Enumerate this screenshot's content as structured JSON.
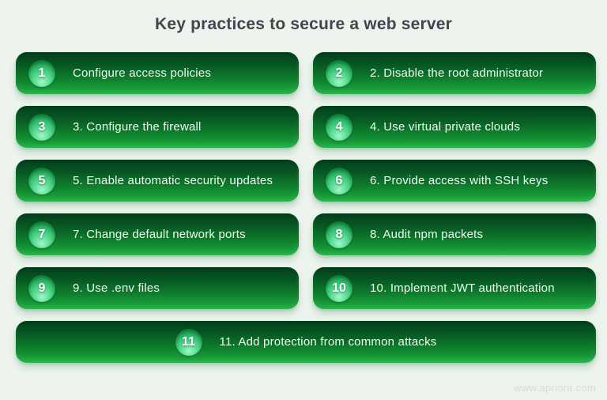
{
  "title": "Key practices to secure a web server",
  "watermark": "www.apriorit.com",
  "colors": {
    "background": "#edf4ee",
    "pill_gradient_top": "#03401a",
    "pill_gradient_bottom": "#23ad46",
    "badge_light": "#9ef7c5",
    "badge_dark": "#12934a",
    "title_text": "#40464b",
    "pill_text": "#eefcf1",
    "watermark_text": "#d5dbd5"
  },
  "items": [
    {
      "num": "1",
      "label": "Configure access policies"
    },
    {
      "num": "2",
      "label": "2. Disable the root administrator"
    },
    {
      "num": "3",
      "label": "3. Configure the firewall"
    },
    {
      "num": "4",
      "label": "4. Use virtual private clouds"
    },
    {
      "num": "5",
      "label": "5. Enable automatic security updates"
    },
    {
      "num": "6",
      "label": "6. Provide access with SSH keys"
    },
    {
      "num": "7",
      "label": "7. Change default network ports"
    },
    {
      "num": "8",
      "label": "8. Audit npm packets"
    },
    {
      "num": "9",
      "label": "9. Use .env files"
    },
    {
      "num": "10",
      "label": "10. Implement JWT authentication"
    },
    {
      "num": "11",
      "label": "11. Add protection from common attacks"
    }
  ]
}
